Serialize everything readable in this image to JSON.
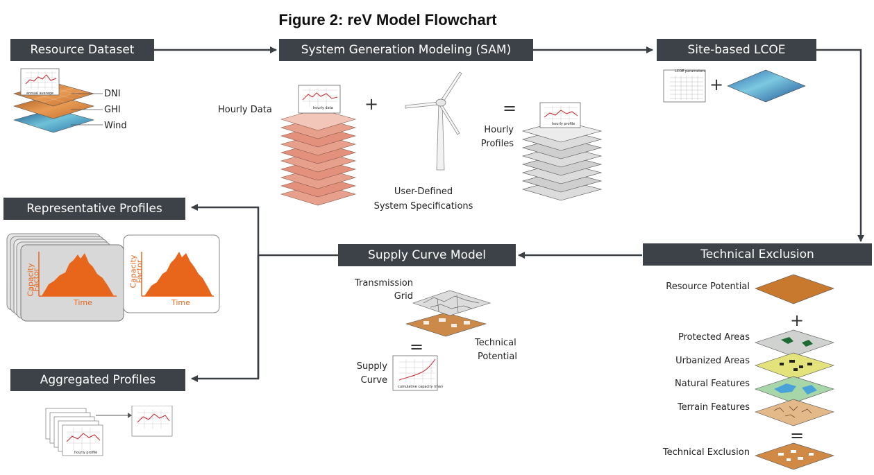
{
  "title": "Figure 2: reV Model Flowchart",
  "boxes": {
    "resource_dataset": "Resource Dataset",
    "system_generation": "System Generation Modeling (SAM)",
    "site_lcoe": "Site-based LCOE",
    "representative_profiles": "Representative Profiles",
    "supply_curve_model": "Supply Curve Model",
    "technical_exclusion": "Technical Exclusion",
    "aggregated_profiles": "Aggregated Profiles"
  },
  "resource": {
    "layers": [
      "DNI",
      "GHI",
      "Wind"
    ],
    "chart_caption": "annual average"
  },
  "sam": {
    "hourly_data": "Hourly Data",
    "hourly_data_caption": "hourly data",
    "user_defined": "User-Defined",
    "system_specs": "System Specifications",
    "hourly_profiles_1": "Hourly",
    "hourly_profiles_2": "Profiles",
    "hourly_profile_caption": "hourly profile",
    "plus": "+",
    "equals": "="
  },
  "lcoe": {
    "plus": "+",
    "chart_caption": "LCOE parameters"
  },
  "representative": {
    "ylabel_1": "Capacity",
    "ylabel_2": "Factor",
    "xlabel": "Time"
  },
  "supply": {
    "transmission_1": "Transmission",
    "transmission_2": "Grid",
    "technical_1": "Technical",
    "technical_2": "Potential",
    "equals": "=",
    "supply_1": "Supply",
    "supply_2": "Curve",
    "chart_caption": "cumulative capacity (mw)"
  },
  "exclusion": {
    "resource_potential": "Resource Potential",
    "plus": "+",
    "protected": "Protected Areas",
    "urbanized": "Urbanized Areas",
    "natural": "Natural Features",
    "terrain": "Terrain Features",
    "equals": "=",
    "technical_exclusion": "Technical Exclusion"
  },
  "aggregated": {
    "chart_caption": "hourly profile"
  },
  "colors": {
    "box_bg": "#3d4248",
    "box_text": "#ffffff",
    "orange": "#e8661c",
    "arrow": "#3a3f44"
  }
}
